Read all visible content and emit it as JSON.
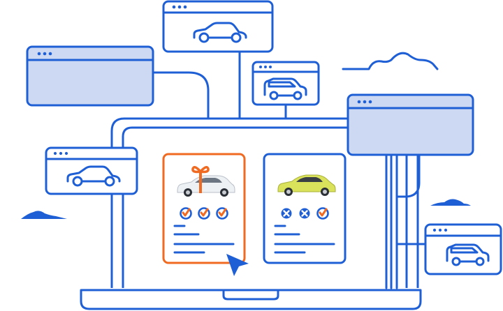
{
  "colors": {
    "line": "#1f5fd6",
    "panel_fill": "#cdd9f2",
    "card_bg": "#ffffff",
    "accent": "#f06a22",
    "white_car": "#eef1f4",
    "lime_car": "#d9e25a",
    "dark": "#2b2f36"
  },
  "cards": [
    {
      "id": "gift-card",
      "checks": [
        "check",
        "check",
        "check"
      ],
      "car": "white-suv",
      "has_bow": true,
      "selected": true
    },
    {
      "id": "alt-card",
      "checks": [
        "cross",
        "cross",
        "check"
      ],
      "car": "lime-suv",
      "has_bow": false,
      "selected": false
    }
  ],
  "icons": {
    "window_dots": "three-dots-icon",
    "car": "car-icon",
    "suv": "suv-icon",
    "cursor": "cursor-icon",
    "check": "check-circle-icon",
    "cross": "cross-circle-icon",
    "gift": "gift-bow-icon"
  }
}
